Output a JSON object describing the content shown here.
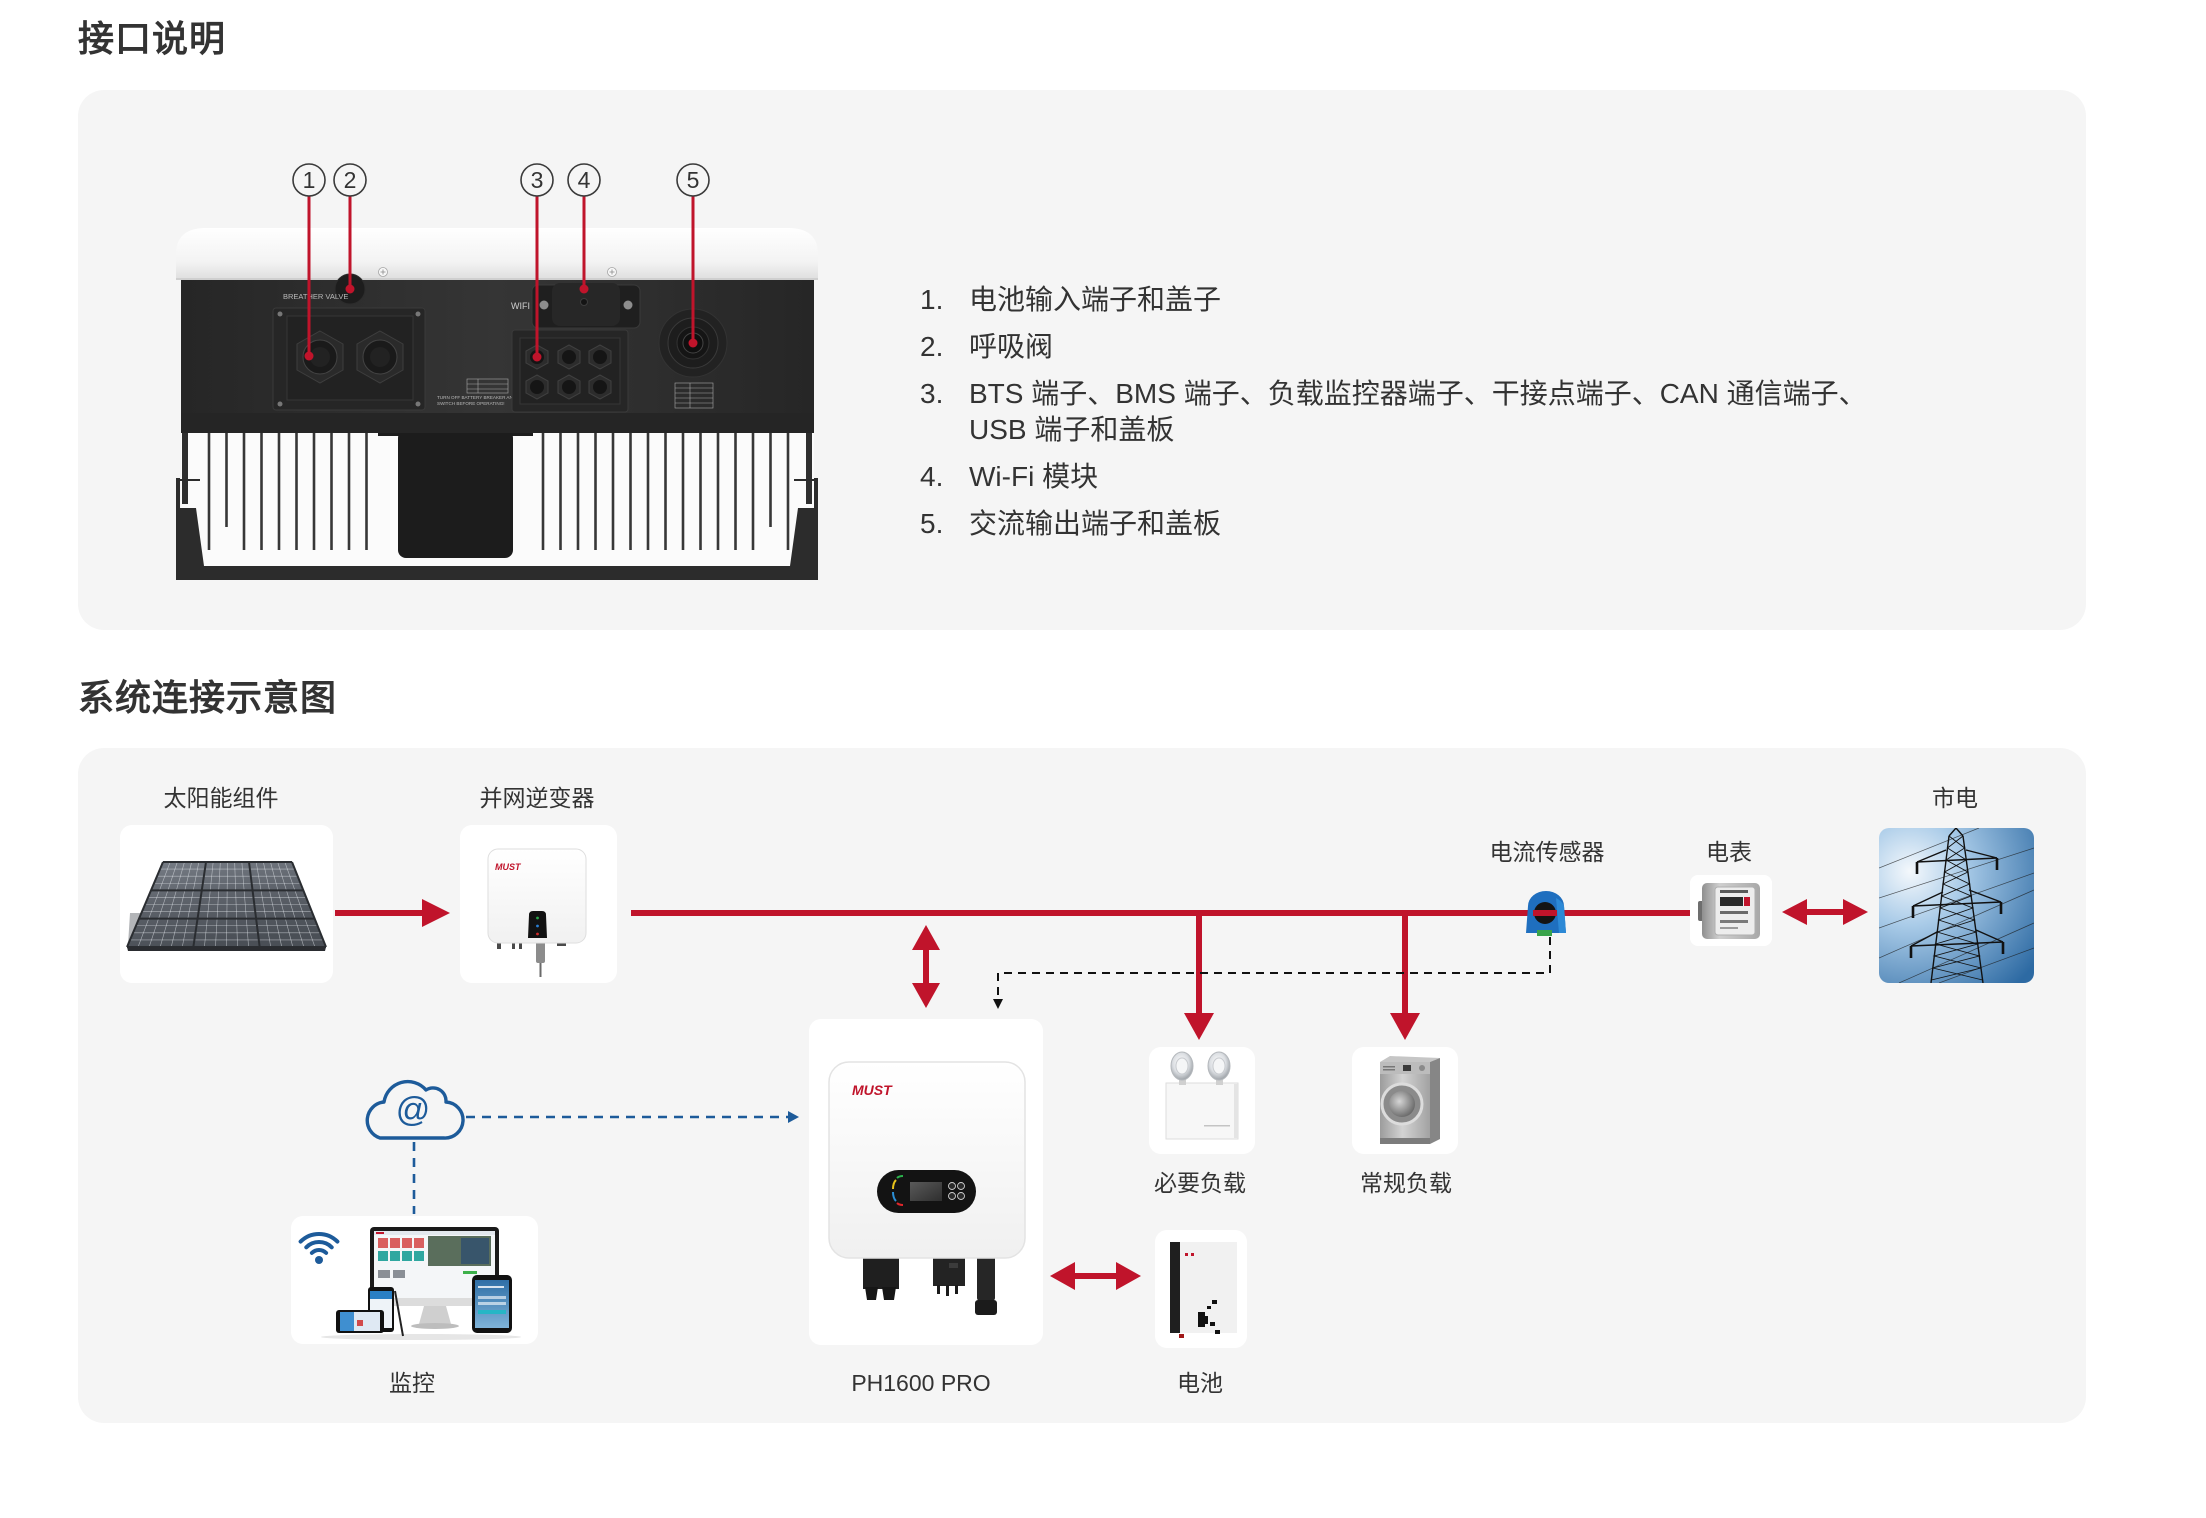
{
  "interface": {
    "title": "接口说明",
    "callouts": [
      "1",
      "2",
      "3",
      "4",
      "5"
    ],
    "device_labels": {
      "breather_valve": "BREATHER VALVE",
      "wifi": "WIFI",
      "warning_lines": [
        "TURN OFF BATTERY BREAKER AND PV",
        "SWITCH BEFORE OPERATING!"
      ]
    },
    "items": [
      {
        "num": "1.",
        "text": "电池输入端子和盖子"
      },
      {
        "num": "2.",
        "text": "呼吸阀"
      },
      {
        "num": "3.",
        "text": "BTS 端子、BMS 端子、负载监控器端子、干接点端子、CAN 通信端子、USB 端子和盖板"
      },
      {
        "num": "4.",
        "text": "Wi-Fi 模块"
      },
      {
        "num": "5.",
        "text": "交流输出端子和盖板"
      }
    ]
  },
  "system": {
    "title": "系统连接示意图",
    "brand_logo": "MUST",
    "cloud_symbol": "@",
    "nodes": {
      "solar": "太阳能组件",
      "grid_tie_inverter": "并网逆变器",
      "current_sensor": "电流传感器",
      "meter": "电表",
      "utility_grid": "市电",
      "hybrid_inverter": "PH1600 PRO",
      "critical_load": "必要负载",
      "regular_load": "常规负载",
      "battery": "电池",
      "monitoring": "监控"
    }
  },
  "colors": {
    "accent_red": "#c0142b",
    "link_blue": "#1d5b9a",
    "panel_background": "#f5f5f5",
    "text": "#333333"
  }
}
